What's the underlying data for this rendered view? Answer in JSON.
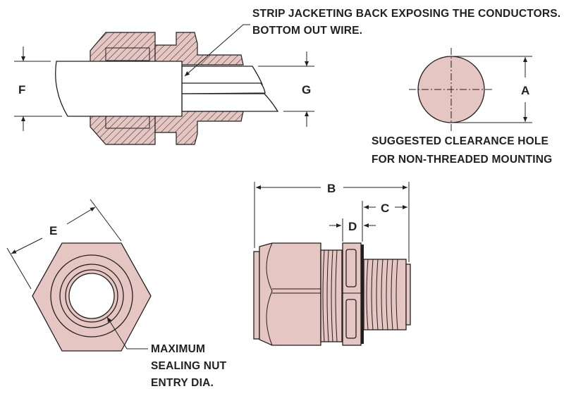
{
  "notes": {
    "strip_line1": "STRIP JACKETING BACK EXPOSING THE CONDUCTORS.",
    "strip_line2": "BOTTOM OUT WIRE.",
    "clearance_line1": "SUGGESTED CLEARANCE HOLE",
    "clearance_line2": "FOR NON-THREADED MOUNTING",
    "sealing_line1": "MAXIMUM",
    "sealing_line2": "SEALING NUT",
    "sealing_line3": "ENTRY DIA."
  },
  "dimensions": {
    "a": "A",
    "b": "B",
    "c": "C",
    "d": "D",
    "e": "E",
    "f": "F",
    "g": "G"
  },
  "colors": {
    "part_fill": "#e6c6c2",
    "line": "#231f20"
  }
}
